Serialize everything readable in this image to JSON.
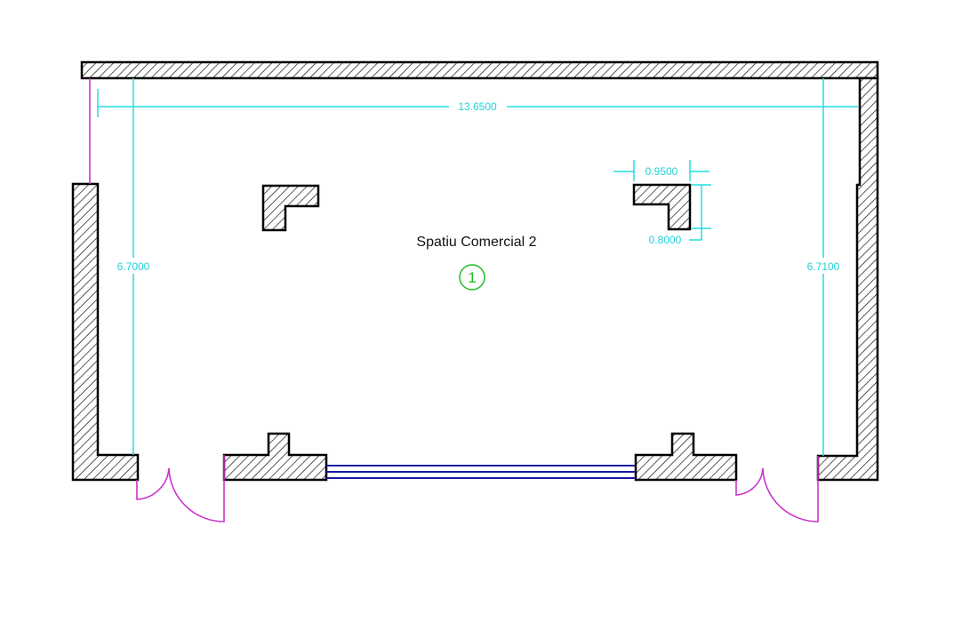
{
  "room": {
    "name": "Spatiu Comercial 2",
    "number": "1"
  },
  "dimensions": {
    "overall_width": "13.6500",
    "left_height": "6.7000",
    "right_height": "6.7100",
    "column_width": "0.9500",
    "column_depth": "0.8000"
  },
  "colors": {
    "walls": "#000000",
    "dimensions": "#22dde0",
    "doors": "#cc33cc",
    "window": "#1a1aa0",
    "room_tag": "#22bb22"
  }
}
